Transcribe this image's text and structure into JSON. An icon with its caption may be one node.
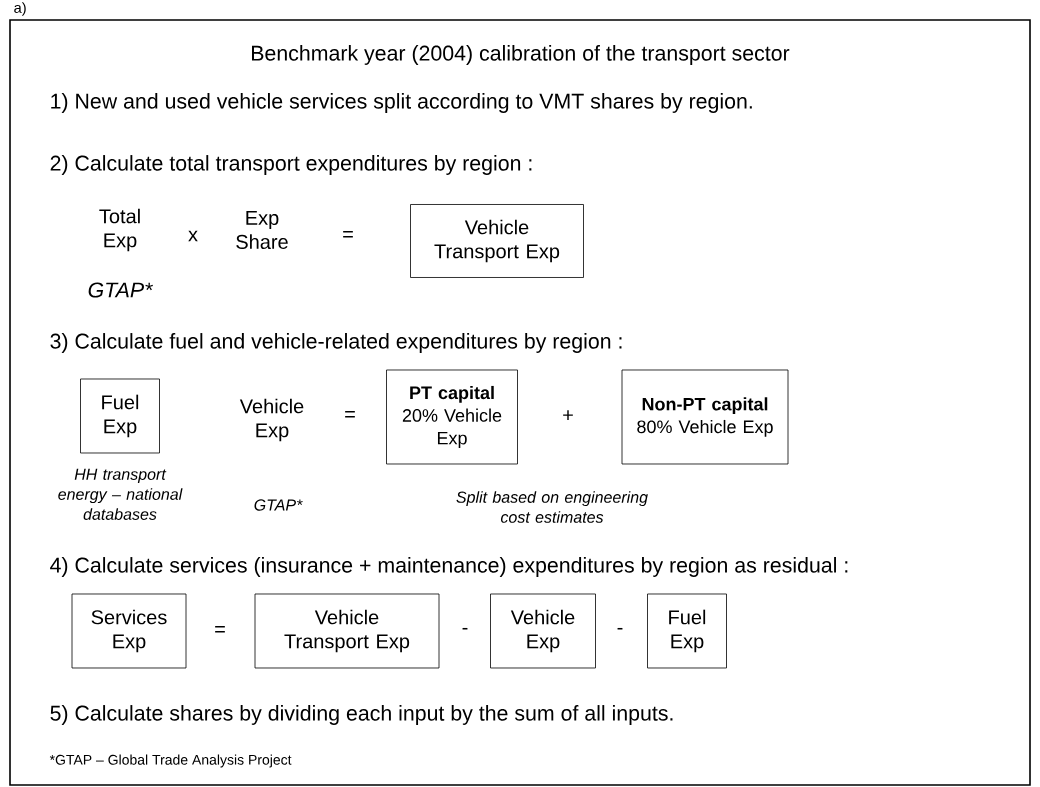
{
  "diagram": {
    "title": "Benchmark year (2004) calibration of the transport sector",
    "nodes": [
      {
        "text": [
          "Vehicle Transport Exp"
        ]
      },
      {
        "text": [
          "Fuel Exp"
        ],
        "beside": [
          "HH transport energy – national databases"
        ]
      },
      {
        "text": [
          "PT capital",
          "20% Vehicle Exp"
        ]
      },
      {
        "text": [
          "Non-PT capital",
          "80% Vehicle Exp"
        ]
      },
      {
        "text": [
          "Services Exp"
        ]
      },
      {
        "text": [
          "Vehicle Transport Exp"
        ]
      },
      {
        "text": [
          "Vehicle Exp"
        ]
      },
      {
        "text": [
          "Fuel Exp"
        ]
      }
    ],
    "labels": [
      "a)",
      "1) New and used vehicle services split according to VMT shares by region.",
      "2) Calculate total transport expenditures by region :",
      "Total Exp",
      "x",
      "Exp Share",
      "=",
      "GTAP*",
      "3) Calculate fuel and vehicle-related expenditures by region :",
      "Vehicle Exp",
      "=",
      "+",
      "GTAP*",
      "Split based on engineering cost estimates",
      "4) Calculate services (insurance + maintenance) expenditures by region as residual :",
      "=",
      "-",
      "-",
      "5) Calculate shares by dividing each input by the sum of all inputs.",
      "*GTAP – Global Trade Analysis Project"
    ]
  }
}
